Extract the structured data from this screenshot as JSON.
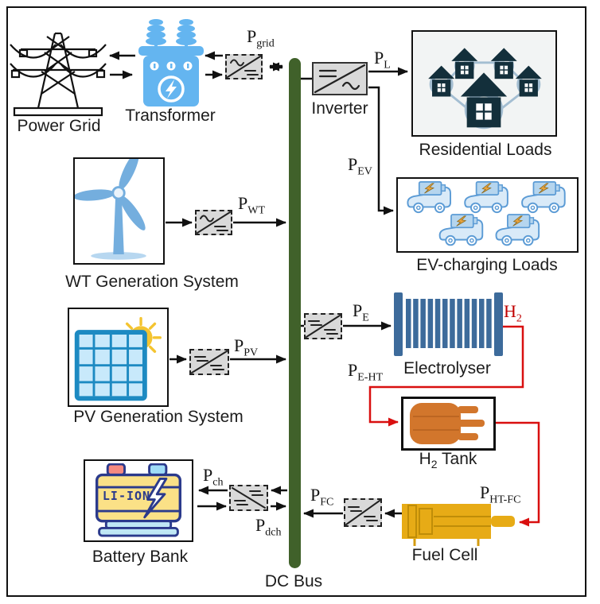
{
  "nodes": {
    "power_grid": {
      "label": "Power Grid"
    },
    "transformer": {
      "label": "Transformer"
    },
    "inverter": {
      "label": "Inverter"
    },
    "residential_loads": {
      "label": "Residential Loads"
    },
    "ev_loads": {
      "label": "EV-charging Loads"
    },
    "wt_system": {
      "label": "WT Generation System"
    },
    "pv_system": {
      "label": "PV Generation System"
    },
    "electrolyser": {
      "label": "Electrolyser"
    },
    "h2_tank": {
      "base": "H",
      "sub": "2",
      "rest": " Tank"
    },
    "fuel_cell": {
      "label": "Fuel Cell"
    },
    "battery_bank": {
      "label": "Battery Bank",
      "cell_text": "LI-ION"
    },
    "dc_bus": {
      "label": "DC Bus"
    }
  },
  "flows": {
    "p_grid": {
      "base": "P",
      "sub": "grid"
    },
    "p_l": {
      "base": "P",
      "sub": "L"
    },
    "p_ev": {
      "base": "P",
      "sub": "EV"
    },
    "p_wt": {
      "base": "P",
      "sub": "WT"
    },
    "p_pv": {
      "base": "P",
      "sub": "PV"
    },
    "p_e": {
      "base": "P",
      "sub": "E"
    },
    "p_e_ht": {
      "base": "P",
      "sub": "E-HT"
    },
    "p_ht_fc": {
      "base": "P",
      "sub": "HT-FC"
    },
    "p_fc": {
      "base": "P",
      "sub": "FC"
    },
    "p_ch": {
      "base": "P",
      "sub": "ch"
    },
    "p_dch": {
      "base": "P",
      "sub": "dch"
    },
    "h2": {
      "base": "H",
      "sub": "2"
    }
  },
  "colors": {
    "dc_bus_green": "#40612a",
    "hydrogen_red": "#d90f0f",
    "converter_gray": "#d9d9d9",
    "transformer_blue": "#64b5f0",
    "electrolyser_blue": "#3d6b9b",
    "tank_orange": "#d2762c",
    "fuel_cell_gold": "#e7ab16"
  }
}
